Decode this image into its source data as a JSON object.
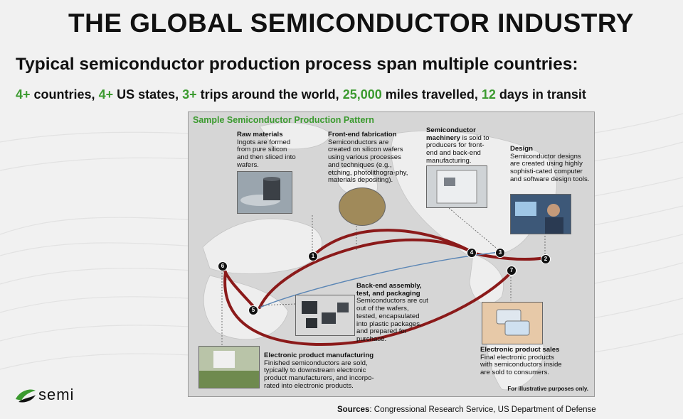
{
  "header": {
    "title": "THE GLOBAL SEMICONDUCTOR INDUSTRY",
    "subtitle": "Typical semiconductor production process span multiple countries:"
  },
  "stats": {
    "countries_value": "4+",
    "countries_label": " countries, ",
    "states_value": "4+",
    "states_label": " US states, ",
    "trips_value": "3+",
    "trips_label": " trips around the world, ",
    "miles_value": "25,000",
    "miles_label": " miles travelled, ",
    "days_value": "12",
    "days_label": " days in transit"
  },
  "diagram": {
    "title": "Sample Semiconductor Production Pattern",
    "steps": [
      {
        "id": "1",
        "title": "Raw materials",
        "text": "Ingots are formed from pure silicon and then sliced into wafers."
      },
      {
        "id": "2",
        "title": "Design",
        "text": "Semiconductor designs are created using highly sophisti-cated computer and software design tools."
      },
      {
        "id": "3",
        "title": "Semiconductor machinery",
        "text": " is sold to producers for front-end and back-end manufacturing."
      },
      {
        "id": "4",
        "title": "Front-end fabrication",
        "text": "Semiconductors are created on silicon wafers using various processes and techniques (e.g., etching, photolithogra-phy, materials depositing)."
      },
      {
        "id": "5",
        "title": "Back-end assembly, test, and packaging",
        "text": "Semiconductors are cut out of the wafers, tested, encapsulated into plastic packages, and prepared for purchase."
      },
      {
        "id": "6",
        "title": "Electronic product manufacturing",
        "text": "Finished semiconductors are sold, typically to downstream electronic product manufacturers, and incorpo-rated into electronic products."
      },
      {
        "id": "7",
        "title": "Electronic product sales",
        "text": "Final electronic products with semiconductors inside are sold to consumers."
      }
    ],
    "note": "For illustrative purposes only."
  },
  "footer": {
    "logo_text": "semi",
    "sources_label": "Sources",
    "sources_text": ": Congressional Research Service, US Department of Defense"
  },
  "colors": {
    "accent_green": "#3b9a2f",
    "arrow_red": "#8b1a1a",
    "arrow_blue": "#5b86b5"
  }
}
